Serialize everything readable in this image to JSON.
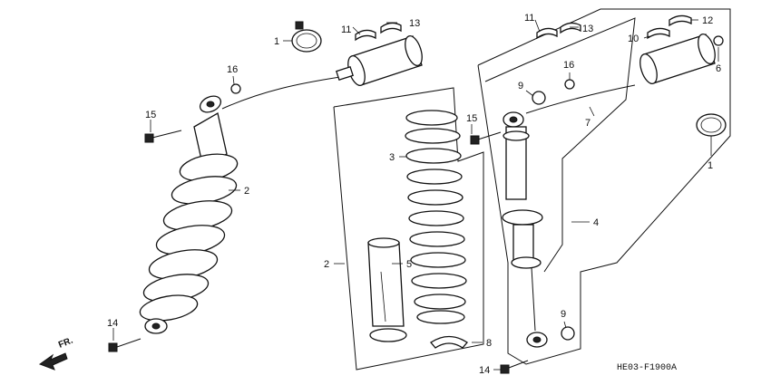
{
  "diagram_code": "HE03-F1900A",
  "direction_label": "FR.",
  "callouts": [
    {
      "id": "c1a",
      "text": "1"
    },
    {
      "id": "c11a",
      "text": "11"
    },
    {
      "id": "c13a",
      "text": "13"
    },
    {
      "id": "c16a",
      "text": "16"
    },
    {
      "id": "c15a",
      "text": "15"
    },
    {
      "id": "c2a",
      "text": "2"
    },
    {
      "id": "c14a",
      "text": "14"
    },
    {
      "id": "c3",
      "text": "3"
    },
    {
      "id": "c2b",
      "text": "2"
    },
    {
      "id": "c5",
      "text": "5"
    },
    {
      "id": "c8",
      "text": "8"
    },
    {
      "id": "c11b",
      "text": "11"
    },
    {
      "id": "c13b",
      "text": "13"
    },
    {
      "id": "c12",
      "text": "12"
    },
    {
      "id": "c10",
      "text": "10"
    },
    {
      "id": "c6",
      "text": "6"
    },
    {
      "id": "c16b",
      "text": "16"
    },
    {
      "id": "c9a",
      "text": "9"
    },
    {
      "id": "c15b",
      "text": "15"
    },
    {
      "id": "c7",
      "text": "7"
    },
    {
      "id": "c1b",
      "text": "1"
    },
    {
      "id": "c4",
      "text": "4"
    },
    {
      "id": "c9b",
      "text": "9"
    },
    {
      "id": "c14b",
      "text": "14"
    }
  ]
}
